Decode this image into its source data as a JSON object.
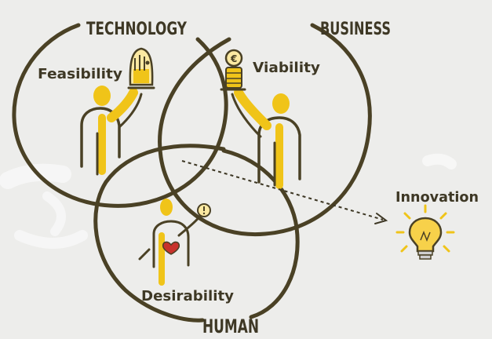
{
  "diagram": {
    "circles": {
      "technology": "TECHNOLOGY",
      "business": "BUSINESS",
      "human": "HUMAN"
    },
    "qualities": {
      "feasibility": "Feasibility",
      "viability": "Viability",
      "desirability": "Desirability"
    },
    "outcome": "Innovation"
  },
  "colors": {
    "background": "#ededeb",
    "ink": "#4a4125",
    "accent": "#f0c419",
    "bulb_glow": "#f7d14a"
  },
  "icons": [
    "tech-gadget-icon",
    "coin-stack-icon",
    "heart-icon",
    "lightbulb-icon",
    "person-figure-icon"
  ]
}
